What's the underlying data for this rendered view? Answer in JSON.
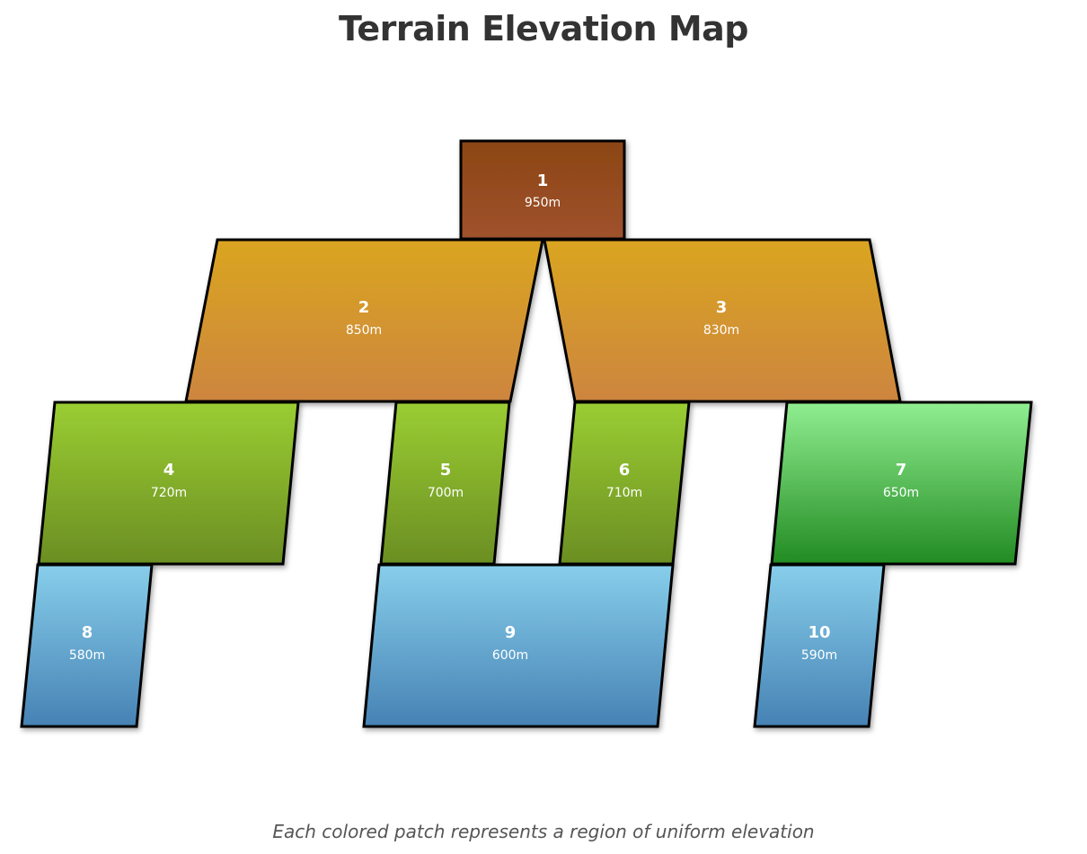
{
  "title": "Terrain Elevation Map",
  "caption": "Each colored patch represents a region of uniform elevation",
  "colors": {
    "summit": [
      "#8B4513",
      "#A0522D"
    ],
    "high": [
      "#DAA520",
      "#CD853F"
    ],
    "mid_olive": [
      "#9ACD32",
      "#6B8E23"
    ],
    "mid_green": [
      "#90EE90",
      "#228B22"
    ],
    "low_blue": [
      "#87CEEB",
      "#4682B4"
    ]
  },
  "regions": [
    {
      "id": "1",
      "label": "1",
      "elevation": "950m",
      "band": "summit"
    },
    {
      "id": "2",
      "label": "2",
      "elevation": "850m",
      "band": "high"
    },
    {
      "id": "3",
      "label": "3",
      "elevation": "830m",
      "band": "high"
    },
    {
      "id": "4",
      "label": "4",
      "elevation": "720m",
      "band": "mid_olive"
    },
    {
      "id": "5",
      "label": "5",
      "elevation": "700m",
      "band": "mid_olive"
    },
    {
      "id": "6",
      "label": "6",
      "elevation": "710m",
      "band": "mid_olive"
    },
    {
      "id": "7",
      "label": "7",
      "elevation": "650m",
      "band": "mid_green"
    },
    {
      "id": "8",
      "label": "8",
      "elevation": "580m",
      "band": "low_blue"
    },
    {
      "id": "9",
      "label": "9",
      "elevation": "600m",
      "band": "low_blue"
    },
    {
      "id": "10",
      "label": "10",
      "elevation": "590m",
      "band": "low_blue"
    }
  ]
}
